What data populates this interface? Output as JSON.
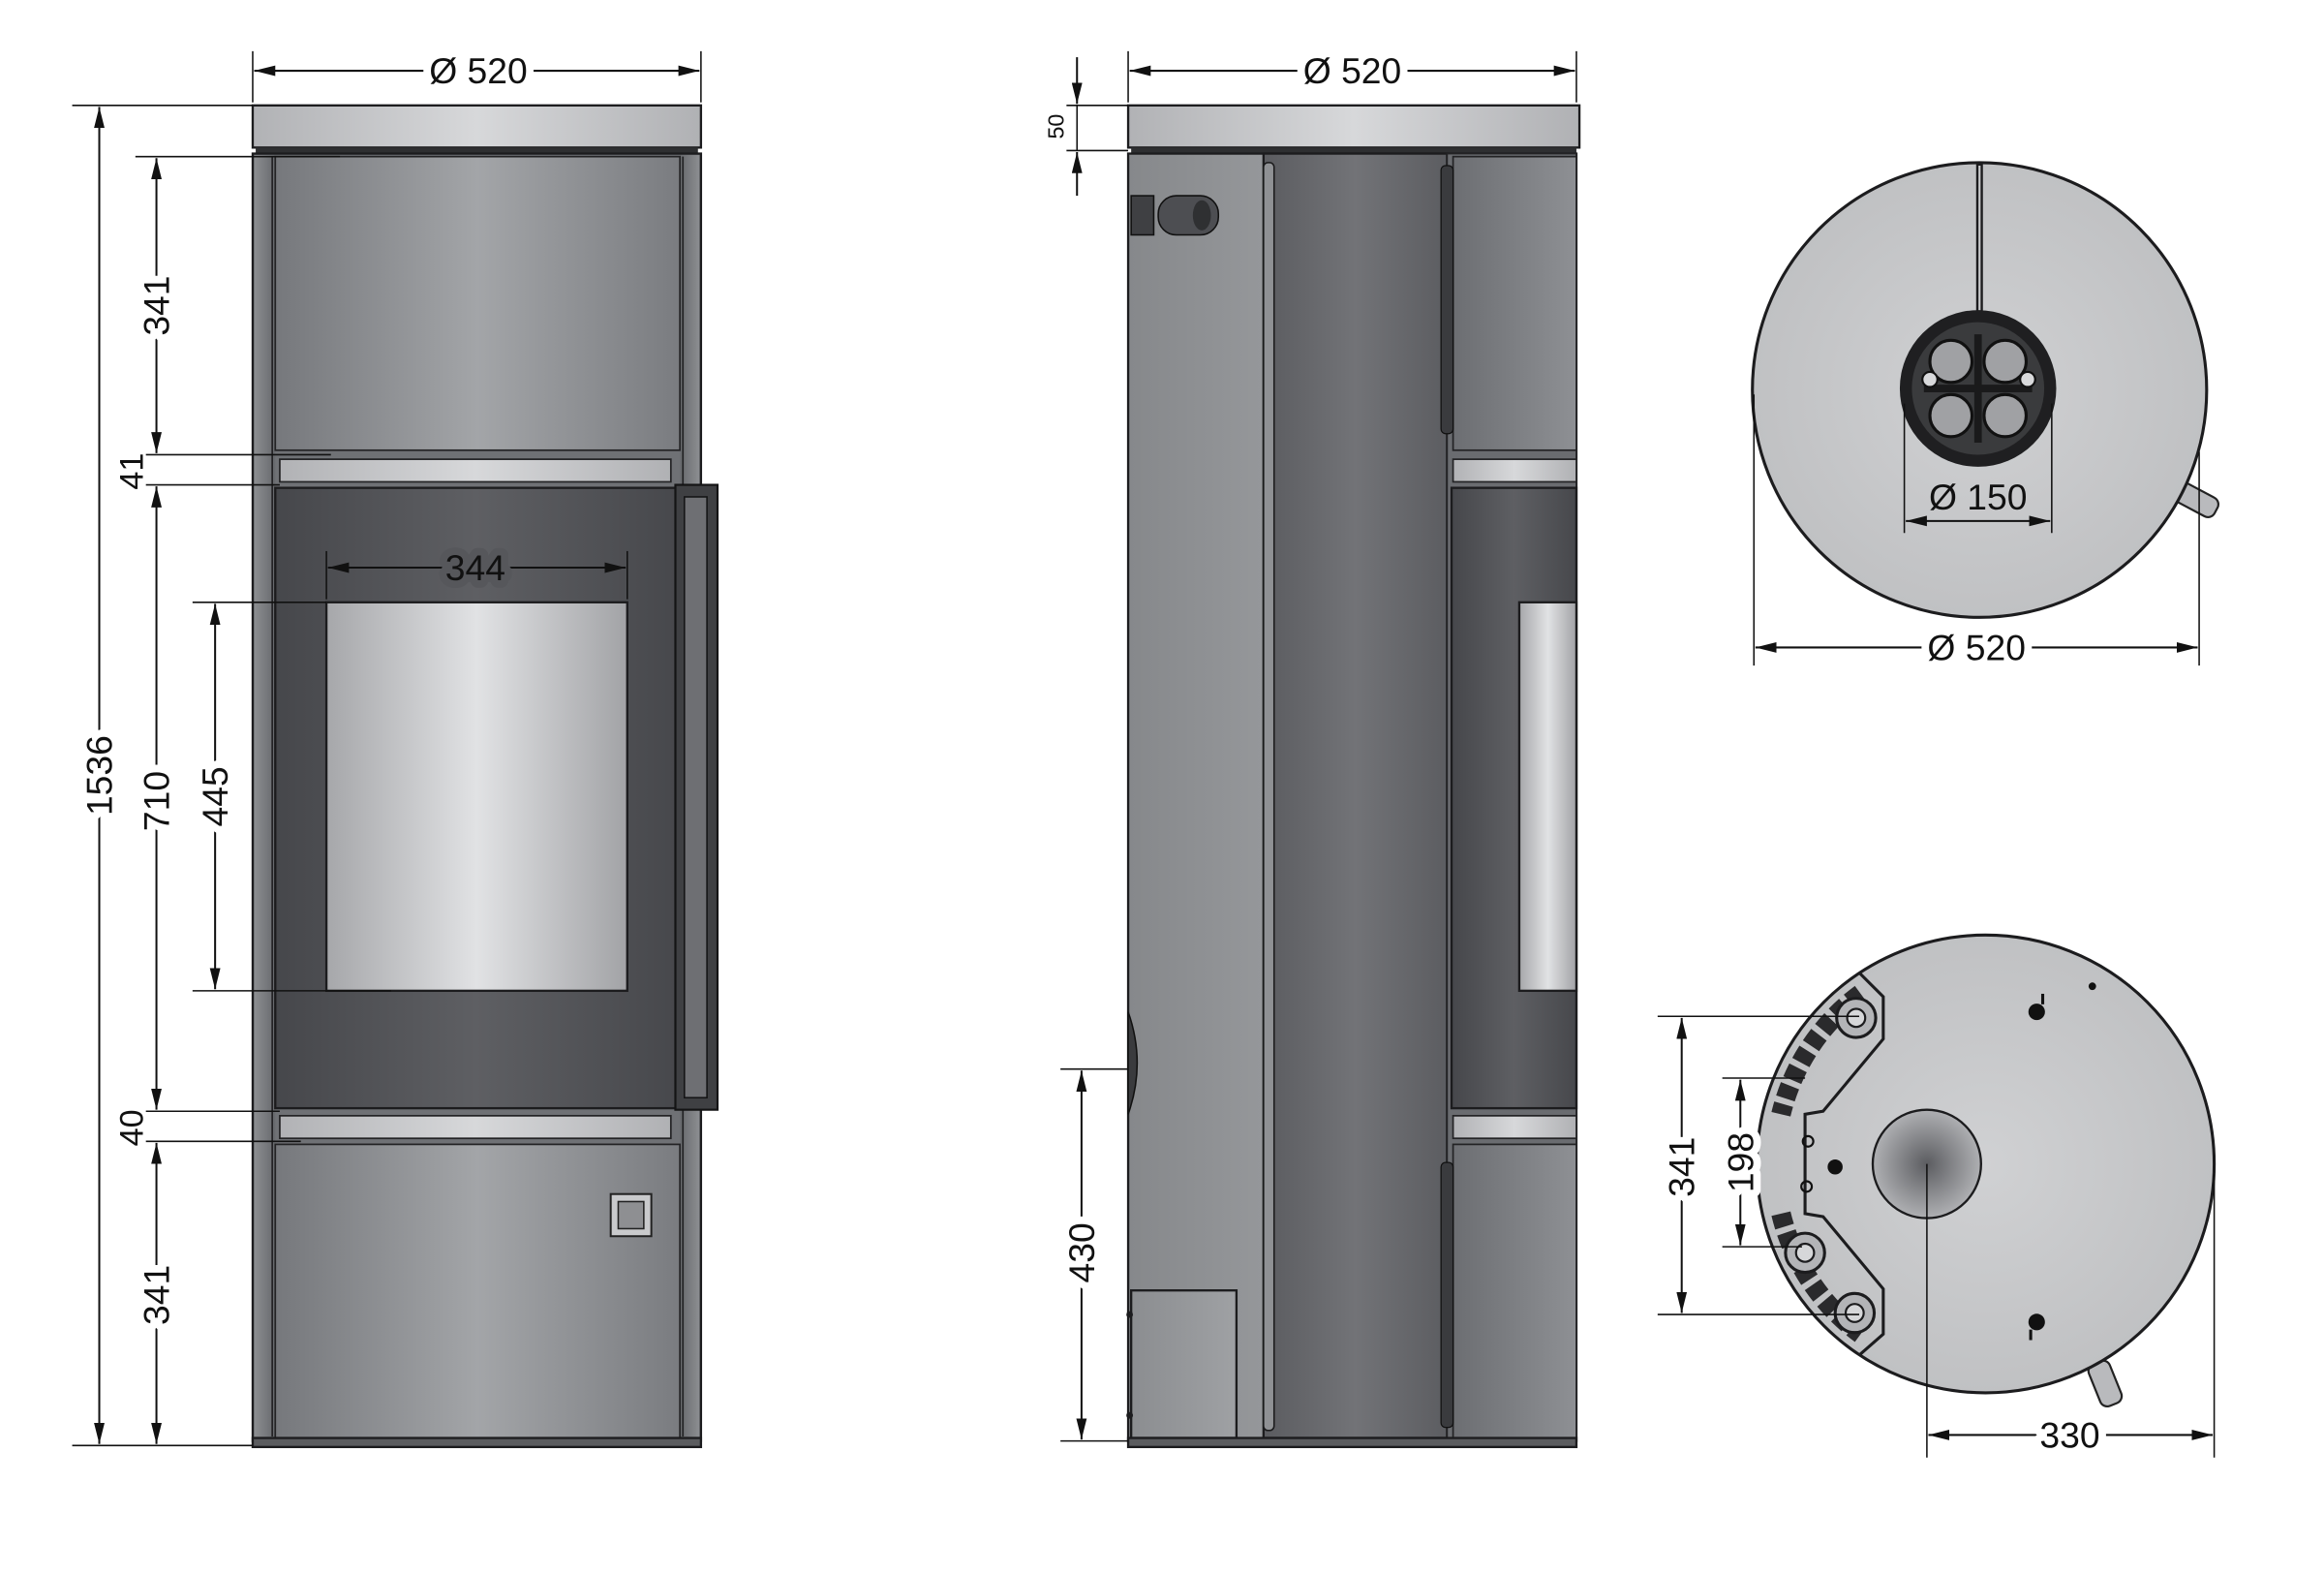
{
  "front_view": {
    "diameter": "Ø 520",
    "total_height": "1536",
    "upper_panel_height": "341",
    "upper_band_height": "41",
    "door_height": "710",
    "glass_height": "445",
    "glass_width": "344",
    "lower_band_height": "40",
    "lower_panel_height": "341"
  },
  "side_view": {
    "diameter": "Ø 520",
    "top_plate_height": "50",
    "air_inlet_height": "430"
  },
  "top_view": {
    "flue_diameter": "Ø 150",
    "diameter": "Ø 520"
  },
  "bottom_view": {
    "bracket_height_outer": "341",
    "bracket_height_inner": "198",
    "inlet_to_edge": "330"
  }
}
